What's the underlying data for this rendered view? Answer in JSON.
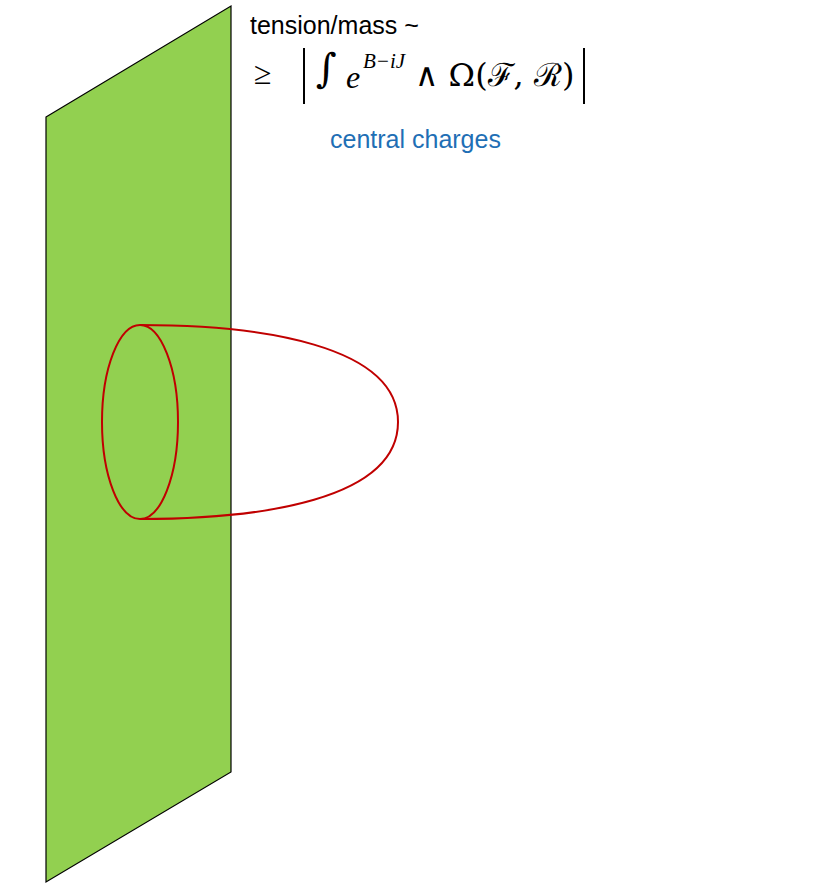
{
  "diagram": {
    "labels": [
      "tension/mass ~",
      "≥",
      "∫",
      "e",
      "B−iJ",
      "∧ Ω(ℱ, ℛ)",
      "central charges"
    ]
  }
}
